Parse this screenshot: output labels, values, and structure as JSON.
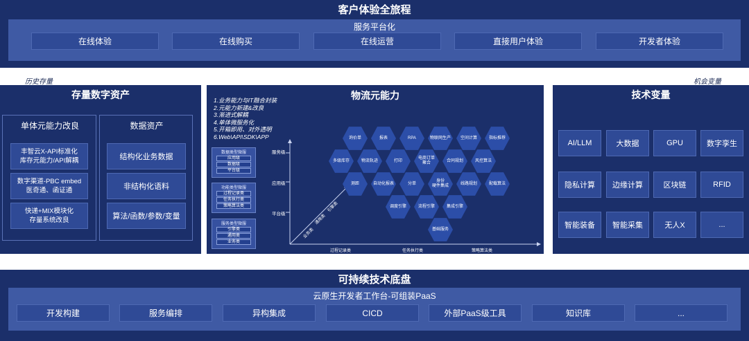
{
  "top": {
    "title": "客户体验全旅程",
    "subtitle": "服务平台化",
    "items": [
      "在线体验",
      "在线购买",
      "在线运营",
      "直接用户体验",
      "开发者体验"
    ]
  },
  "labels": {
    "history": "历史存量",
    "opportunity": "机会变量"
  },
  "left": {
    "title": "存量数字资产",
    "col1": {
      "title": "单体元能力改良",
      "items": [
        "丰智云X-API标准化\n库存元能力/API解耦",
        "数字渠道-PBC embed\n医奇通、函证通",
        "快递+MIX模块化\n存量系统改良"
      ]
    },
    "col2": {
      "title": "数据资产",
      "items": [
        "结构化业务数据",
        "非结构化语料",
        "算法/函数/参数/变量"
      ]
    }
  },
  "middle": {
    "title": "物流元能力",
    "notes": [
      "1.业务能力与IT融合封装",
      "2.元能力新建&改良",
      "3.渐进式解耦",
      "4.单体微服务化",
      "5.开箱即用、对外透明",
      "6.Web\\API\\SDK\\APP"
    ],
    "legend": [
      {
        "head": "数据类型微服",
        "items": [
          "应用级",
          "数据级",
          "平台级"
        ]
      },
      {
        "head": "功能类型微服",
        "items": [
          "过程记录类",
          "任务执行类",
          "策略算法类"
        ]
      },
      {
        "head": "服务类型微服",
        "items": [
          "引擎类",
          "通用类",
          "业务类"
        ]
      }
    ],
    "y_levels": [
      "服务级",
      "应用级",
      "平台级"
    ],
    "x_levels": [
      "过程记录类",
      "任务执行类",
      "策略算法类"
    ],
    "diag": [
      "引擎类",
      "通用类",
      "业务类"
    ],
    "hexes": [
      "询价单",
      "报表",
      "RPA",
      "物联网生产",
      "空间计算",
      "指标推荐",
      "多级库存",
      "物流轨迹",
      "打印",
      "电商订单\n聚合",
      "合同规划",
      "风控算法",
      "测距",
      "自动化报表",
      "分单",
      "身份\n硬件集成",
      "线路规划",
      "配载算法",
      "调度引擎",
      "流程引擎",
      "集成引擎",
      "基础服务"
    ]
  },
  "right": {
    "title": "技术变量",
    "items": [
      "AI/LLM",
      "大数据",
      "GPU",
      "数字孪生",
      "隐私计算",
      "边缘计算",
      "区块链",
      "RFID",
      "智能装备",
      "智能采集",
      "无人X",
      "..."
    ]
  },
  "bottom": {
    "title": "可持续技术底盘",
    "subtitle": "云原生开发者工作台-可组装PaaS",
    "items": [
      "开发构建",
      "服务编排",
      "异构集成",
      "CICD",
      "外部PaaS级工具",
      "知识库",
      "..."
    ]
  }
}
